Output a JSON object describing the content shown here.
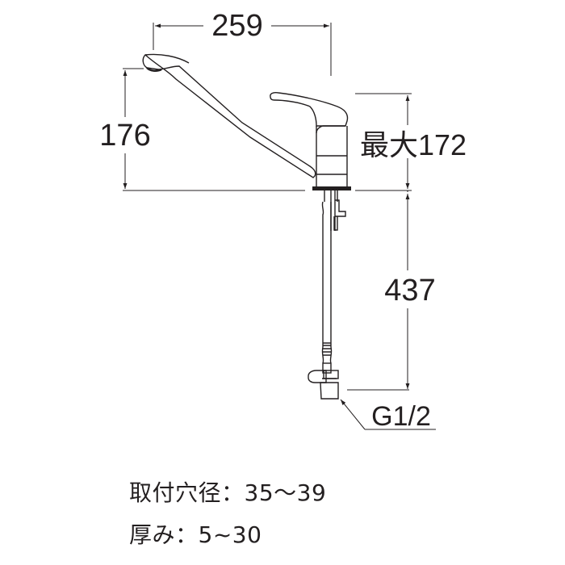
{
  "drawing": {
    "title": "Single-lever kitchen faucet dimension drawing",
    "dimensions": {
      "spout_reach": "259",
      "spout_height": "176",
      "max_height_label": "最大172",
      "hose_length": "437",
      "thread_size": "G1/2"
    },
    "line_color": "#231f20"
  },
  "notes": {
    "mounting_hole": "取付穴径：35～39",
    "thickness": "厚み：5~30"
  }
}
